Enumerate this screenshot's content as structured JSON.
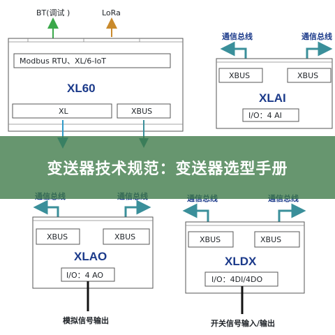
{
  "colors": {
    "accent_green": "#3aa84a",
    "accent_orange": "#c98a2c",
    "accent_blue": "#2f9ac8",
    "teal_arrow": "#3a8f9a",
    "title_blue": "#1b3a8a",
    "banner": "#3c7846"
  },
  "xl60": {
    "top_left_label": "BT(调试 )",
    "top_right_label": "LoRa",
    "bus_line": "Modbus RTU、XL/6-IoT",
    "title": "XL60",
    "port_left": "XL",
    "port_right": "XBUS"
  },
  "xlai": {
    "left_label": "通信总线",
    "right_label": "通信总线",
    "port_left": "XBUS",
    "port_right": "XBUS",
    "title": "XLAI",
    "io": "I/O：4 AI"
  },
  "xlao": {
    "left_label": "通信总线",
    "right_label": "通信总线",
    "port_left": "XBUS",
    "port_right": "XBUS",
    "title": "XLAO",
    "io": "I/O：4 AO",
    "bottom_label": "模拟信号输出"
  },
  "xldx": {
    "left_label": "通信总线",
    "right_label": "通信总线",
    "port_left": "XBUS",
    "port_right": "XBUS",
    "title": "XLDX",
    "io": "I/O：4DI/4DO",
    "bottom_label": "开关信号输入/输出"
  },
  "banner": {
    "text": "变送器技术规范：变送器选型手册"
  }
}
